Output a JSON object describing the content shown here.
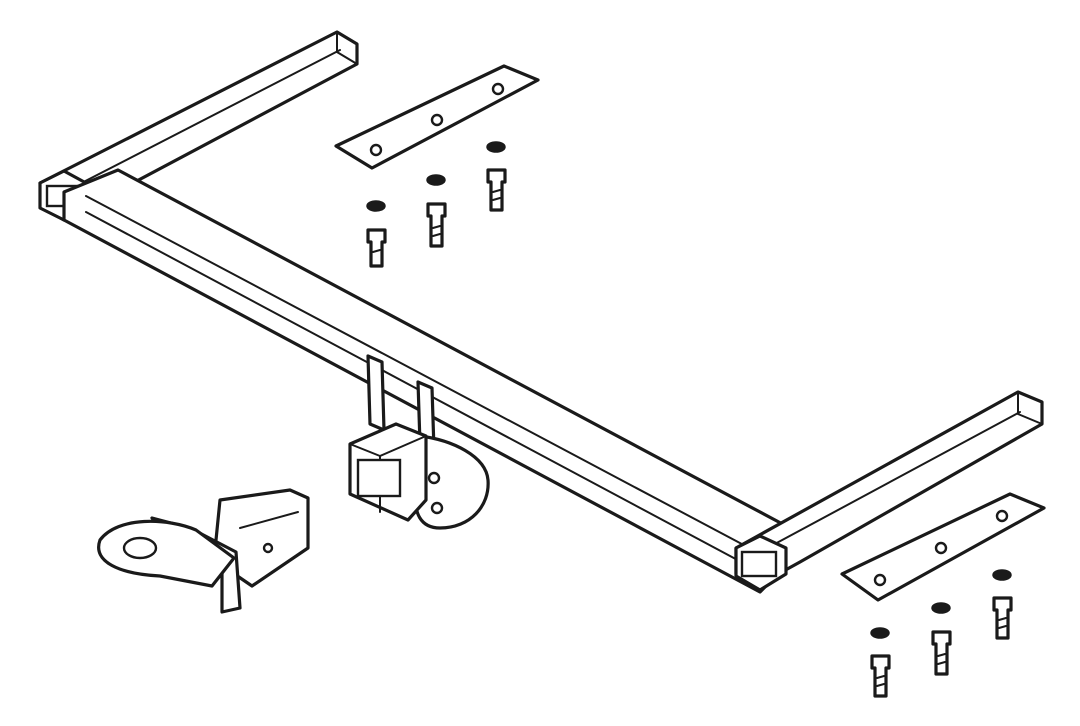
{
  "diagram": {
    "parts": [
      {
        "name": "main-crossbar"
      },
      {
        "name": "left-side-arm"
      },
      {
        "name": "right-side-arm"
      },
      {
        "name": "receiver-hitch"
      },
      {
        "name": "ball-mount-drawbar"
      },
      {
        "name": "left-mounting-plate",
        "holes": 3
      },
      {
        "name": "right-mounting-plate",
        "holes": 3
      },
      {
        "name": "left-bolt-set",
        "bolts": 3,
        "washers": 3
      },
      {
        "name": "right-bolt-set",
        "bolts": 3,
        "washers": 3
      }
    ],
    "colors": {
      "line": "#1a1a1a",
      "background": "#ffffff"
    }
  }
}
